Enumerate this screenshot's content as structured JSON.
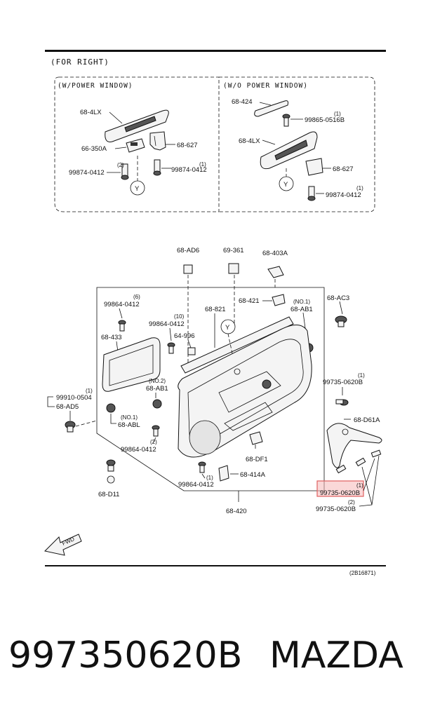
{
  "header": "(FOR RIGHT)",
  "box_left_title": "(W/POWER WINDOW)",
  "box_right_title": "(W/O POWER WINDOW)",
  "ref_code": "(2B16871)",
  "fwd": "FWD",
  "y_marker": "Y",
  "footer": {
    "part_number": "997350620B",
    "brand": "MAZDA"
  },
  "labels": {
    "l_684lx": "68-4LX",
    "l_66350a": "66-350A",
    "l_99874a_q": "(2)",
    "l_99874a": "99874-0412",
    "l_68627a": "68-627",
    "l_99874b_q": "(1)",
    "l_99874b": "99874-0412",
    "r_68424": "68-424",
    "r_99865_q": "(1)",
    "r_99865": "99865-0516B",
    "r_684lx": "68-4LX",
    "r_68627": "68-627",
    "r_99874_q": "(1)",
    "r_99874": "99874-0412",
    "m_68ad6": "68-AD6",
    "m_69361": "69-361",
    "m_68403a": "68-403A",
    "m_68421": "68-421",
    "m_68ab1_no1_q": "(NO.1)",
    "m_68ab1_no1": "68-AB1",
    "m_68ac3": "68-AC3",
    "m_99864_6_q": "(6)",
    "m_99864_6": "99864-0412",
    "m_99864_10_q": "(10)",
    "m_99864_10": "99864-0412",
    "m_68821": "68-821",
    "m_64996": "64-996",
    "m_68433": "68-433",
    "m_99735_r_q": "(1)",
    "m_99735_r": "99735-0620B",
    "m_68ab1_no2_q": "(NO.2)",
    "m_68ab1_no2": "68-AB1",
    "m_99910_q": "(1)",
    "m_99910": "99910-0504",
    "m_68ad5": "68-AD5",
    "m_68abl_no1_q": "(NO.1)",
    "m_68abl_no1": "68-ABL",
    "m_99864_2_q": "(2)",
    "m_99864_2": "99864-0412",
    "m_68d61a": "68-D61A",
    "m_68df1": "68-DF1",
    "m_68414a": "68-414A",
    "m_99864_1_q": "(1)",
    "m_99864_1": "99864-0412",
    "m_99735_hl_q": "(1)",
    "m_99735_hl": "99735-0620B",
    "m_99735_b_q": "(2)",
    "m_99735_b": "99735-0620B",
    "m_68d11": "68-D11",
    "m_68420": "68-420"
  }
}
